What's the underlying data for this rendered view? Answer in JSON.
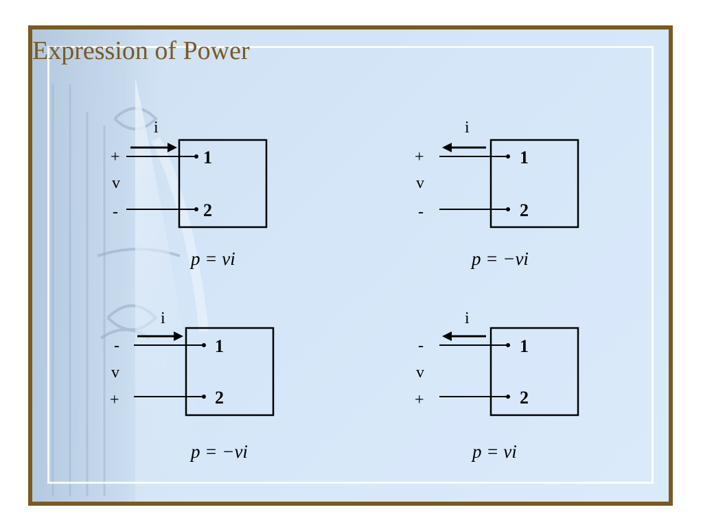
{
  "slide": {
    "title": "Expression of Power",
    "colors": {
      "frame": "#7a5a22",
      "background": "#d4e6f8",
      "title": "#7a5a22"
    }
  },
  "diagrams": [
    {
      "current_label": "i",
      "current_direction": "right",
      "top_polarity": "+",
      "voltage_label": "v",
      "bottom_polarity": "-",
      "terminal_1": "1",
      "terminal_2": "2",
      "formula": "p = vi"
    },
    {
      "current_label": "i",
      "current_direction": "left",
      "top_polarity": "+",
      "voltage_label": "v",
      "bottom_polarity": "-",
      "terminal_1": "1",
      "terminal_2": "2",
      "formula": "p = −vi"
    },
    {
      "current_label": "i",
      "current_direction": "right",
      "top_polarity": "-",
      "voltage_label": "v",
      "bottom_polarity": "+",
      "terminal_1": "1",
      "terminal_2": "2",
      "formula": "p = −vi"
    },
    {
      "current_label": "i",
      "current_direction": "left",
      "top_polarity": "-",
      "voltage_label": "v",
      "bottom_polarity": "+",
      "terminal_1": "1",
      "terminal_2": "2",
      "formula": "p = vi"
    }
  ]
}
